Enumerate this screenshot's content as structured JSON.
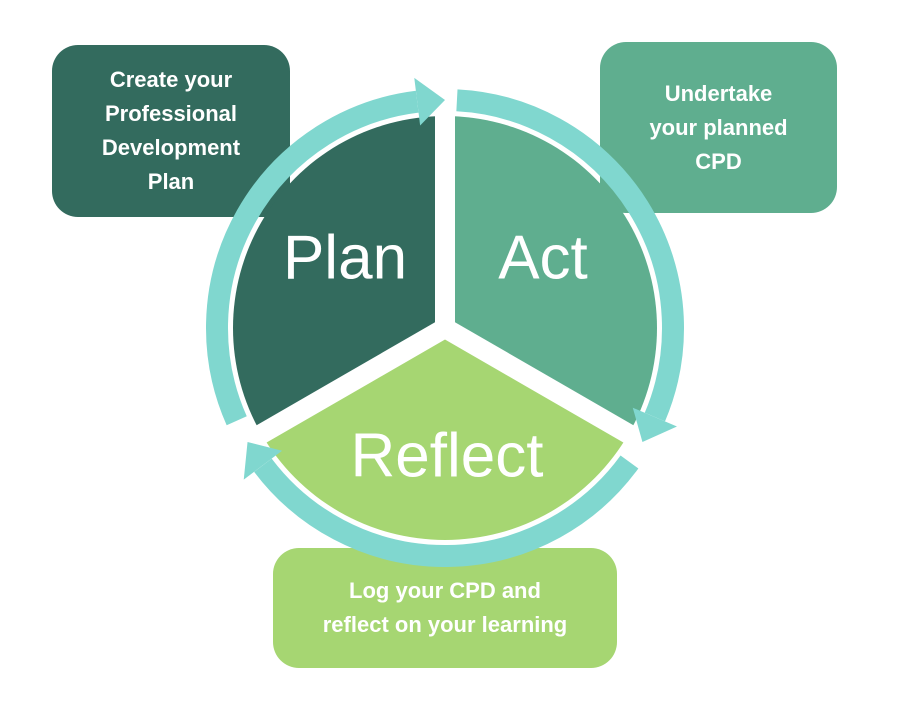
{
  "colors": {
    "plan": "#336b5e",
    "act": "#5fae8f",
    "reflect": "#a6d672",
    "ring": "#80d7cf"
  },
  "stages": {
    "plan": {
      "label": "Plan",
      "description": "Create your\nProfessional\nDevelopment\nPlan"
    },
    "act": {
      "label": "Act",
      "description": "Undertake\nyour planned\nCPD"
    },
    "reflect": {
      "label": "Reflect",
      "description": "Log your CPD and\nreflect on your learning"
    }
  }
}
